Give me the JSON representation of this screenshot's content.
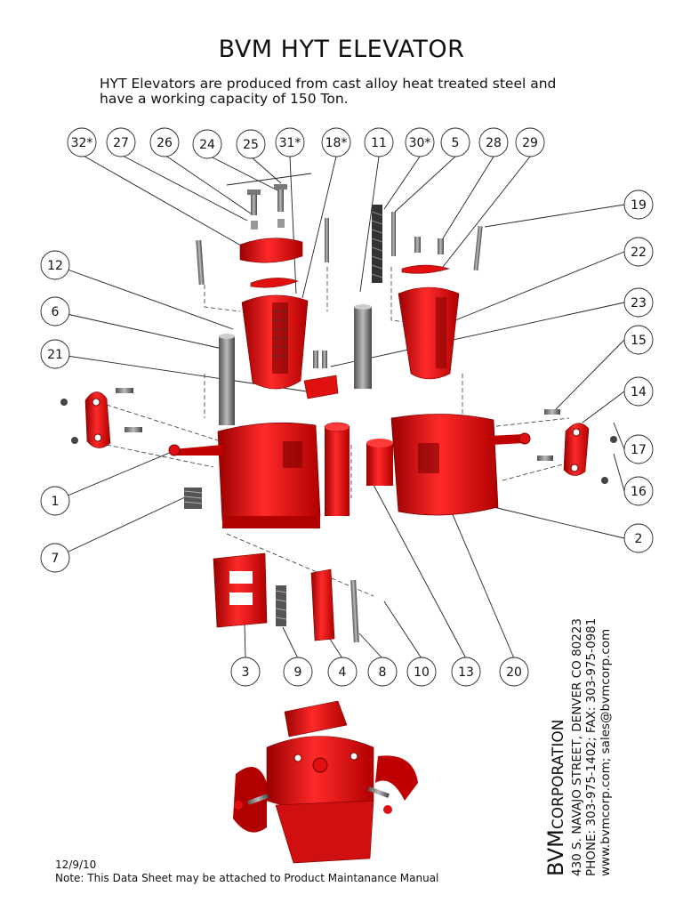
{
  "title": "BVM HYT ELEVATOR",
  "subtitle": "HYT Elevators are produced from cast alloy heat treated steel and\nhave a working capacity of 150 Ton.",
  "part_labels": [
    "32*",
    "27",
    "26",
    "24",
    "25",
    "31*",
    "18*",
    "11",
    "30*",
    "5",
    "28",
    "29",
    "19",
    "12",
    "22",
    "6",
    "23",
    "21",
    "15",
    "14",
    "17",
    "16",
    "1",
    "2",
    "7",
    "3",
    "9",
    "4",
    "8",
    "10",
    "13",
    "20"
  ],
  "company": {
    "name_big": "BVM",
    "name_small": "CORPORATION",
    "address": "430 S. NAVAJO STREET, DENVER CO 80223",
    "phone": "PHONE: 303-975-1402; FAX: 303-975-0981",
    "web": "www.bvmcorp.com; sales@bvmcorp.com"
  },
  "footer": {
    "date": "12/9/10",
    "note": "Note:  This Data Sheet may be attached to Product Maintanance Manual"
  },
  "colors": {
    "part_red": "#e01010",
    "dark_red": "#9a0000",
    "line": "#222222"
  }
}
